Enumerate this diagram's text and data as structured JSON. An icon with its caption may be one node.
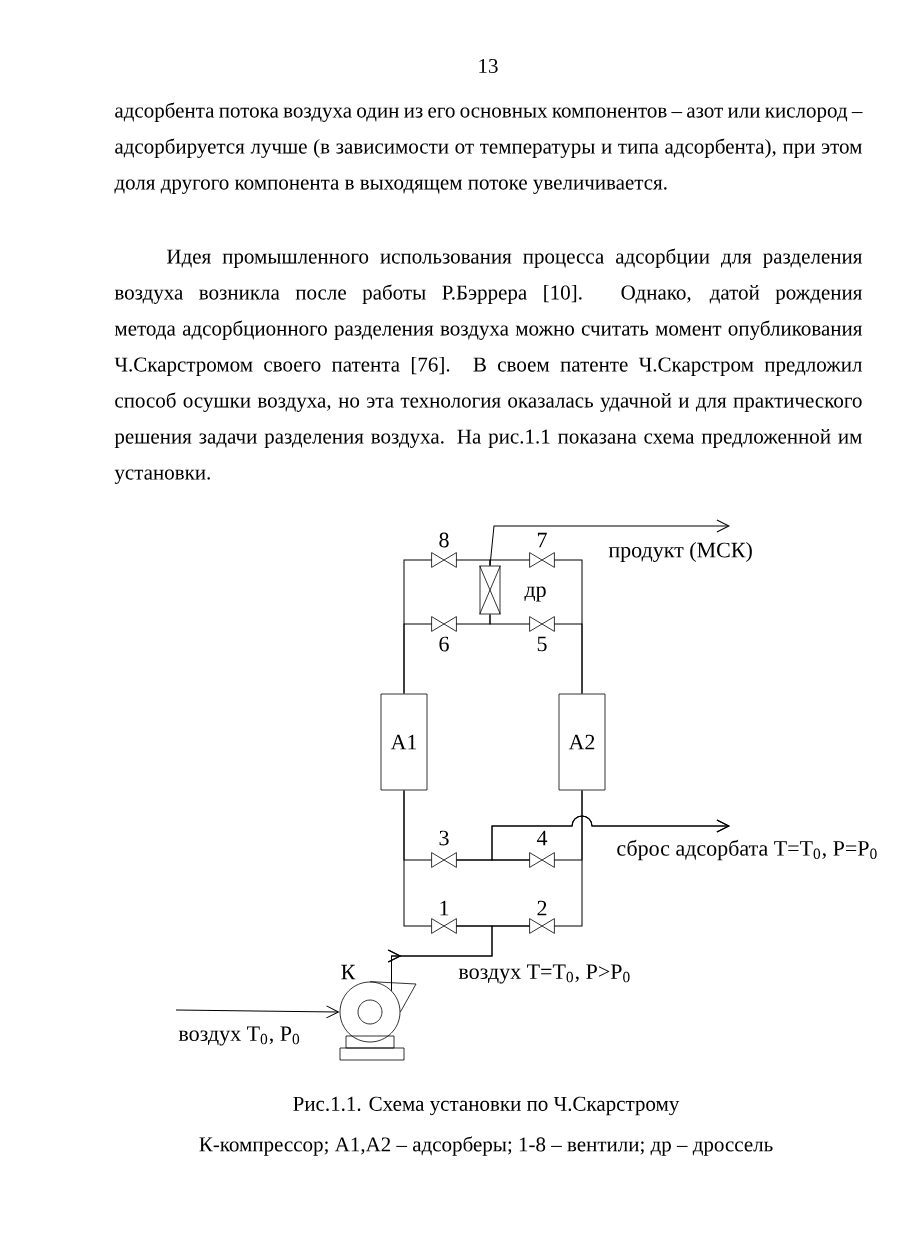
{
  "diagram": {
    "caption": "Рис.1.1. Схема установки по Ч.Скарстрому",
    "nodes": [
      {
        "text": [
          "А1"
        ]
      },
      {
        "text": [
          "А2"
        ]
      },
      {
        "text": [],
        "shape": "box",
        "beside": [
          "др"
        ]
      },
      {
        "text": [],
        "shape": "valve",
        "beside": [
          "8"
        ]
      },
      {
        "text": [],
        "shape": "valve",
        "beside": [
          "7"
        ]
      },
      {
        "text": [],
        "shape": "valve",
        "beside": [
          "6"
        ]
      },
      {
        "text": [],
        "shape": "valve",
        "beside": [
          "5"
        ]
      },
      {
        "text": [],
        "shape": "valve",
        "beside": [
          "3"
        ]
      },
      {
        "text": [],
        "shape": "valve",
        "beside": [
          "4"
        ]
      },
      {
        "text": [],
        "shape": "valve",
        "beside": [
          "1"
        ]
      },
      {
        "text": [],
        "shape": "valve",
        "beside": [
          "2"
        ]
      },
      {
        "text": [],
        "shape": "compressor",
        "beside": [
          "К"
        ]
      }
    ],
    "edges": [
      {
        "from": 0,
        "to": 3,
        "arrow": "none"
      },
      {
        "from": 3,
        "to": 2,
        "arrow": "none"
      },
      {
        "from": 2,
        "to": 4,
        "arrow": "none"
      },
      {
        "from": 4,
        "to": 1,
        "arrow": "none"
      },
      {
        "from": 0,
        "to": 5,
        "arrow": "none"
      },
      {
        "from": 5,
        "to": 2,
        "arrow": "none"
      },
      {
        "from": 2,
        "to": 6,
        "arrow": "none"
      },
      {
        "from": 6,
        "to": 1,
        "arrow": "none"
      },
      {
        "from": 2,
        "to": null,
        "arrow": "to",
        "label": "продукт (МСК)"
      },
      {
        "from": 0,
        "to": 7,
        "arrow": "none"
      },
      {
        "from": 7,
        "to": 8,
        "arrow": "none"
      },
      {
        "from": 8,
        "to": 1,
        "arrow": "none"
      },
      {
        "from": 0,
        "to": 9,
        "arrow": "none"
      },
      {
        "from": 9,
        "to": 10,
        "arrow": "none"
      },
      {
        "from": 10,
        "to": 1,
        "arrow": "none"
      },
      {
        "from": 7,
        "to": null,
        "arrow": "to",
        "label": "сброс адсорбата T=T$_{0}$, P=P$_{0}$"
      },
      {
        "from": 8,
        "to": null,
        "arrow": "to"
      },
      {
        "from": 11,
        "to": 9,
        "arrow": "to",
        "label": "воздух T=T$_{0}$, P>P$_{0}$"
      },
      {
        "from": 11,
        "to": 10,
        "arrow": "to"
      },
      {
        "from": null,
        "to": 11,
        "arrow": "to",
        "label": "воздух T$_{0}$, P$_{0}$"
      }
    ],
    "labels": [
      "13",
      "адсорбента потока воздуха один из его основных компонентов – азот или кислород – адсорбируется лучше (в зависимости от температуры и типа адсорбента), при этом доля другого компонента в выходящем потоке увеличивается.",
      "Идея промышленного использования процесса адсорбции для разделения воздуха возникла после работы Р.Бэррера [10]. Однако, датой рождения метода адсорбционного разделения воздуха можно считать момент опубликования Ч.Скарстромом своего патента [76]. В своем патенте Ч.Скарстром предложил способ осушки воздуха, но эта технология оказалась удачной и для практического решения задачи разделения воздуха. На рис.1.1  показана схема предложенной им установки.",
      "К-компрессор; А1,А2 – адсорберы; 1-8 – вентили; др – дроссель"
    ]
  }
}
